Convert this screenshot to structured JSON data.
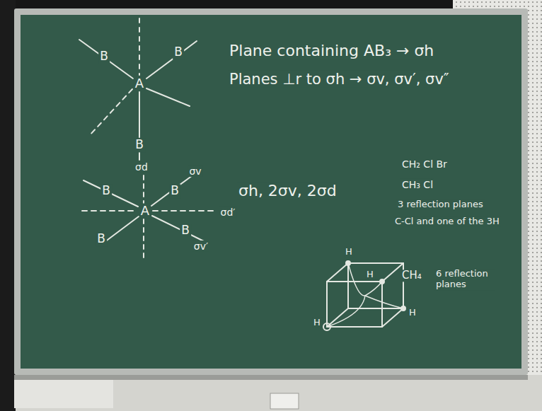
{
  "diagram": {
    "labels": [
      "B",
      "B",
      "A",
      "B",
      "Plane containing AB₃ → σh",
      "Planes ⊥r to σh → σv, σv′, σv″",
      "σd",
      "σv",
      "B",
      "B",
      "A",
      "σd′",
      "σh, 2σv, 2σd",
      "B",
      "B",
      "σv′",
      "CH₂ Cl Br",
      "CH₃ Cl",
      "3 reflection planes",
      "C-Cl and one of the 3H",
      "H",
      "H",
      "CH₄",
      "6 reflection planes",
      "H",
      "H"
    ]
  }
}
